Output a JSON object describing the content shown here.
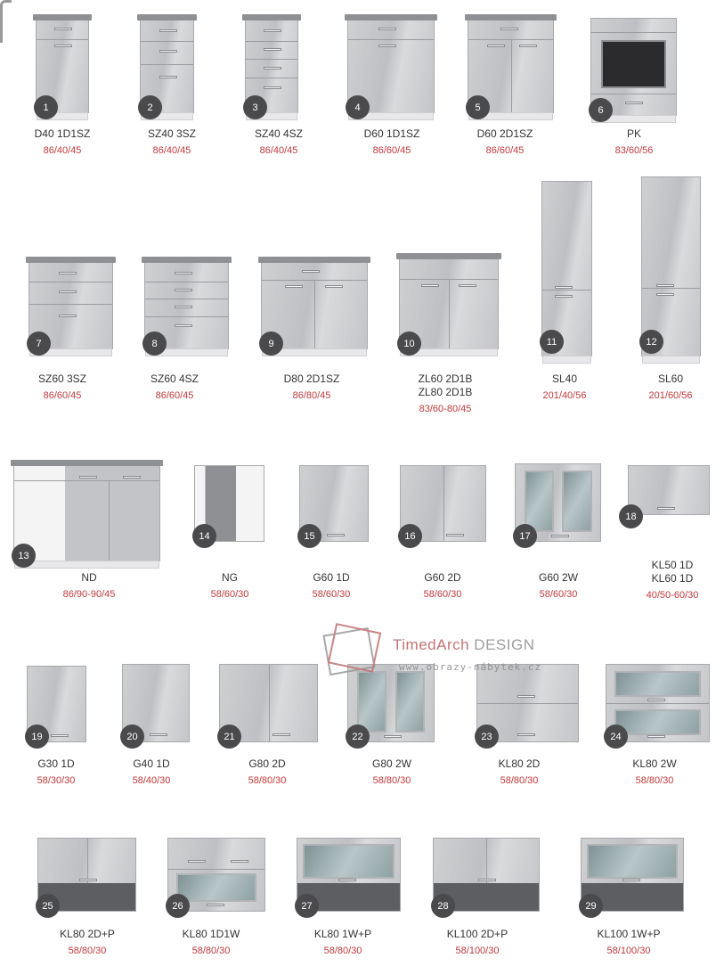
{
  "items": [
    {
      "number": "1",
      "names": [
        "D40 1D1SZ"
      ],
      "dims": "86/40/45"
    },
    {
      "number": "2",
      "names": [
        "SZ40 3SZ"
      ],
      "dims": "86/40/45"
    },
    {
      "number": "3",
      "names": [
        "SZ40 4SZ"
      ],
      "dims": "86/40/45"
    },
    {
      "number": "4",
      "names": [
        "D60 1D1SZ"
      ],
      "dims": "86/60/45"
    },
    {
      "number": "5",
      "names": [
        "D60 2D1SZ"
      ],
      "dims": "86/60/45"
    },
    {
      "number": "6",
      "names": [
        "PK"
      ],
      "dims": "83/60/56"
    },
    {
      "number": "7",
      "names": [
        "SZ60 3SZ"
      ],
      "dims": "86/60/45"
    },
    {
      "number": "8",
      "names": [
        "SZ60 4SZ"
      ],
      "dims": "86/60/45"
    },
    {
      "number": "9",
      "names": [
        "D80 2D1SZ"
      ],
      "dims": "86/80/45"
    },
    {
      "number": "10",
      "names": [
        "ZL60 2D1B",
        "ZL80 2D1B"
      ],
      "dims": "83/60-80/45"
    },
    {
      "number": "11",
      "names": [
        "SL40"
      ],
      "dims": "201/40/56"
    },
    {
      "number": "12",
      "names": [
        "SL60"
      ],
      "dims": "201/60/56"
    },
    {
      "number": "13",
      "names": [
        "ND"
      ],
      "dims": "86/90-90/45"
    },
    {
      "number": "14",
      "names": [
        "NG"
      ],
      "dims": "58/60/30"
    },
    {
      "number": "15",
      "names": [
        "G60 1D"
      ],
      "dims": "58/60/30"
    },
    {
      "number": "16",
      "names": [
        "G60 2D"
      ],
      "dims": "58/60/30"
    },
    {
      "number": "17",
      "names": [
        "G60 2W"
      ],
      "dims": "58/60/30"
    },
    {
      "number": "18",
      "names": [
        "KL50 1D",
        "KL60 1D"
      ],
      "dims": "40/50-60/30"
    },
    {
      "number": "19",
      "names": [
        "G30 1D"
      ],
      "dims": "58/30/30"
    },
    {
      "number": "20",
      "names": [
        "G40 1D"
      ],
      "dims": "58/40/30"
    },
    {
      "number": "21",
      "names": [
        "G80 2D"
      ],
      "dims": "58/80/30"
    },
    {
      "number": "22",
      "names": [
        "G80 2W"
      ],
      "dims": "58/80/30"
    },
    {
      "number": "23",
      "names": [
        "KL80 2D"
      ],
      "dims": "58/80/30"
    },
    {
      "number": "24",
      "names": [
        "KL80 2W"
      ],
      "dims": "58/80/30"
    },
    {
      "number": "25",
      "names": [
        "KL80 2D+P"
      ],
      "dims": "58/80/30"
    },
    {
      "number": "26",
      "names": [
        "KL80 1D1W"
      ],
      "dims": "58/80/30"
    },
    {
      "number": "27",
      "names": [
        "KL80 1W+P"
      ],
      "dims": "58/80/30"
    },
    {
      "number": "28",
      "names": [
        "KL100 2D+P"
      ],
      "dims": "58/100/30"
    },
    {
      "number": "29",
      "names": [
        "KL100 1W+P"
      ],
      "dims": "58/100/30"
    }
  ],
  "watermark": {
    "brand_a": "TimedArch",
    "brand_b": "DESIGN",
    "url": "www.obrazy-nábytek.cz"
  },
  "colors": {
    "dims": "#c0393b",
    "badge": "#4a4a4c"
  }
}
